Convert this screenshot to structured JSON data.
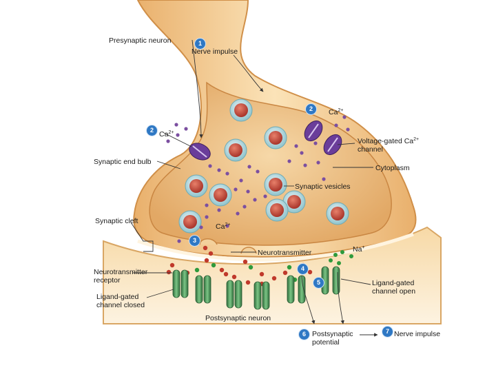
{
  "labels": {
    "presynaptic_neuron": "Presynaptic neuron",
    "nerve_impulse_top": "Nerve impulse",
    "ca_left": "Ca",
    "ca_right": "Ca",
    "ca_bottom": "Ca",
    "charge": "2+",
    "voltage_gated_1": "Voltage-gated Ca",
    "voltage_gated_2": "channel",
    "synaptic_end_bulb": "Synaptic end bulb",
    "cytoplasm": "Cytoplasm",
    "synaptic_vesicles": "Synaptic vesicles",
    "synaptic_cleft": "Synaptic cleft",
    "neurotransmitter": "Neurotransmitter",
    "na": "Na",
    "na_charge": "+",
    "nt_receptor_1": "Neurotransmitter",
    "nt_receptor_2": "receptor",
    "lgc_closed_1": "Ligand-gated",
    "lgc_closed_2": "channel closed",
    "lgc_open_1": "Ligand-gated",
    "lgc_open_2": "channel open",
    "postsynaptic_neuron": "Postsynaptic neuron",
    "psp_1": "Postsynaptic",
    "psp_2": "potential",
    "nerve_impulse_bottom": "Nerve impulse"
  },
  "steps": {
    "s1": "1",
    "s2a": "2",
    "s2b": "2",
    "s3": "3",
    "s4": "4",
    "s5": "5",
    "s6": "6",
    "s7": "7"
  },
  "colors": {
    "neuron": "#f3c98a",
    "neuron_dark": "#d99a55",
    "vesicle": "#bfe0e6",
    "vesicle_core": "#c2503e",
    "calcium": "#7b4fa0",
    "channel_purple": "#6a3d9a",
    "receptor_green": "#3f8c4f",
    "sodium_green": "#2f9a3c",
    "step_blue": "#2f78c4"
  }
}
